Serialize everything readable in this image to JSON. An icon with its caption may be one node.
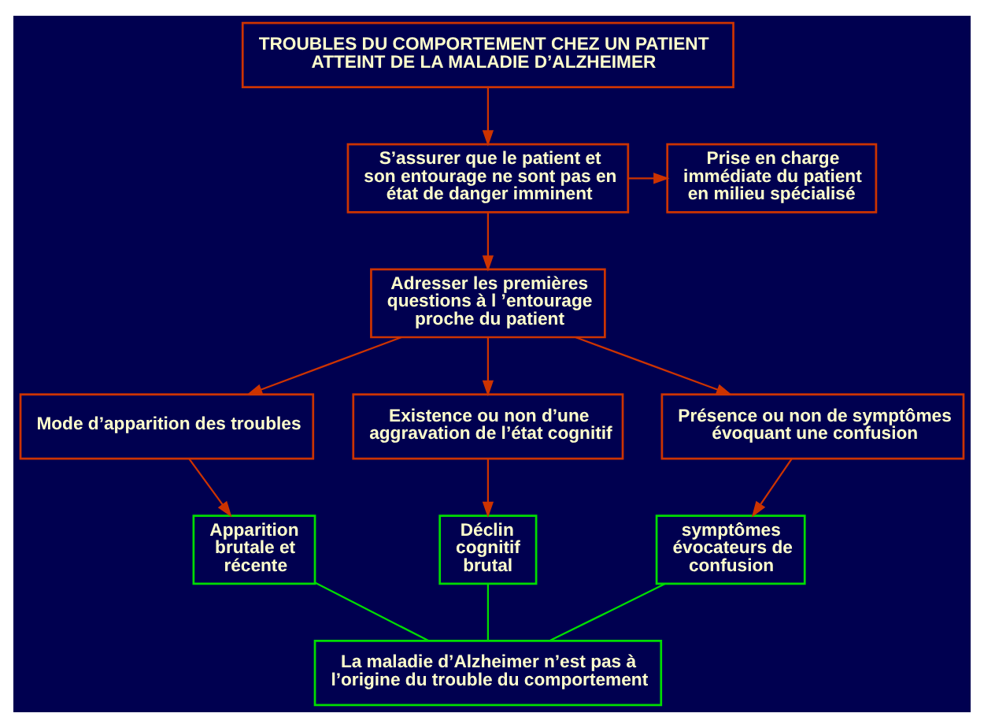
{
  "diagram": {
    "nodes": [
      {
        "text": [
          "TROUBLES DU COMPORTEMENT CHEZ UN PATIENT ATTEINT DE LA MALADIE D’ALZHEIMER"
        ]
      },
      {
        "text": [
          "S’assurer que le patient et son entourage ne sont pas en état de danger imminent"
        ]
      },
      {
        "text": [
          "Prise en charge immédiate du patient en milieu spécialisé"
        ]
      },
      {
        "text": [
          "Adresser les premières questions à l ’entourage proche du patient"
        ]
      },
      {
        "text": [
          "Mode d’apparition des troubles"
        ]
      },
      {
        "text": [
          "Existence ou non d’une aggravation de l’état cognitif"
        ]
      },
      {
        "text": [
          "Présence ou non de symptômes évoquant une confusion"
        ]
      },
      {
        "text": [
          "Apparition brutale et récente"
        ]
      },
      {
        "text": [
          "Déclin cognitif brutal"
        ]
      },
      {
        "text": [
          "symptômes évocateurs de confusion"
        ]
      },
      {
        "text": [
          "La maladie d’Alzheimer n’est pas à l’origine du trouble du comportement"
        ]
      }
    ],
    "edges": [
      {
        "from": 0,
        "to": 1,
        "arrow": "to"
      },
      {
        "from": 1,
        "to": 2,
        "arrow": "to"
      },
      {
        "from": 1,
        "to": 3,
        "arrow": "to"
      },
      {
        "from": 3,
        "to": 4,
        "arrow": "to"
      },
      {
        "from": 3,
        "to": 5,
        "arrow": "to"
      },
      {
        "from": 3,
        "to": 6,
        "arrow": "to"
      },
      {
        "from": 4,
        "to": 7,
        "arrow": "to"
      },
      {
        "from": 5,
        "to": 8,
        "arrow": "to"
      },
      {
        "from": 6,
        "to": 9,
        "arrow": "to"
      },
      {
        "from": 7,
        "to": 10,
        "arrow": "none",
        "color": "#00dd00"
      },
      {
        "from": 8,
        "to": 10,
        "arrow": "none",
        "color": "#00dd00"
      },
      {
        "from": 9,
        "to": 10,
        "arrow": "none",
        "color": "#00dd00"
      }
    ]
  }
}
